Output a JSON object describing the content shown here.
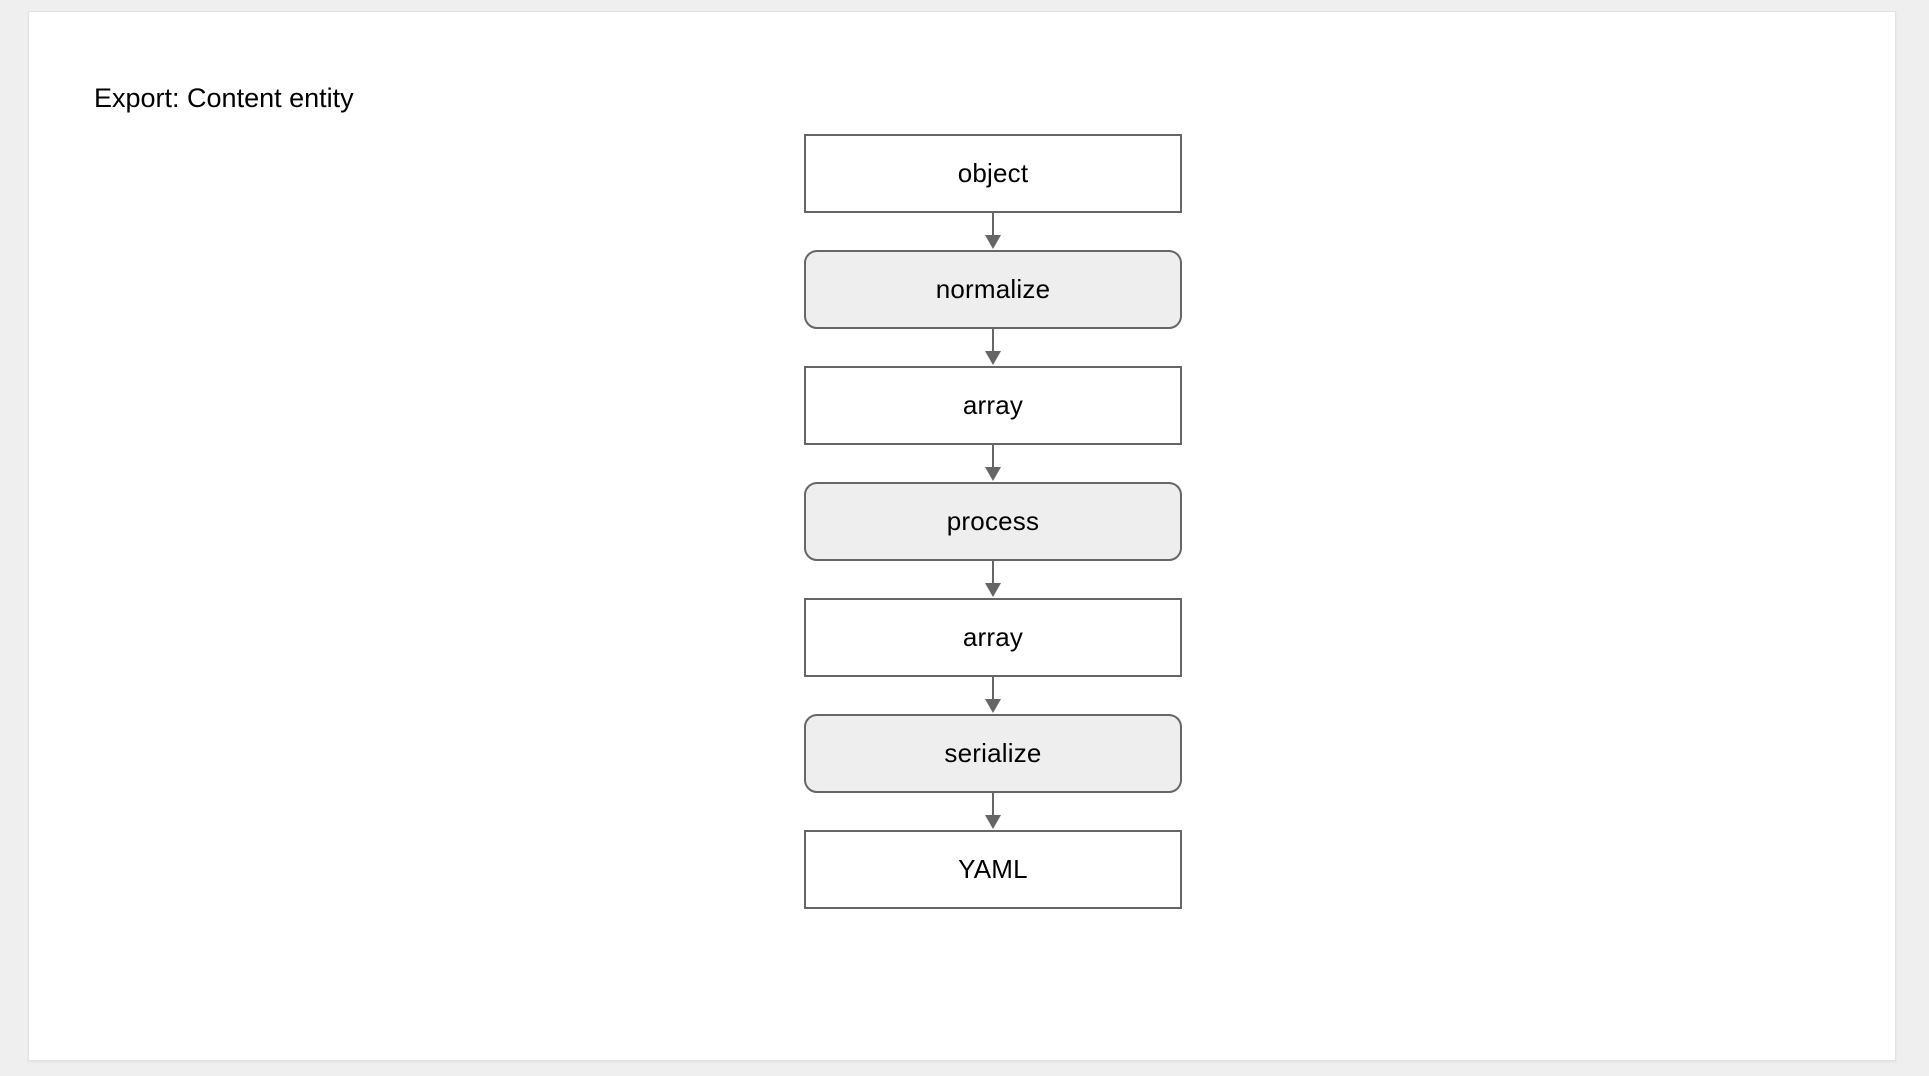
{
  "page": {
    "background_color": "#efefef",
    "card_background": "#ffffff"
  },
  "title": "Export: Content entity",
  "diagram": {
    "type": "flowchart",
    "direction": "top-to-bottom",
    "node_border_color": "#666666",
    "data_node_fill": "#ffffff",
    "operation_node_fill": "#eeeeee",
    "arrow_color": "#666666",
    "nodes": [
      {
        "label": "object",
        "shape": "rectangle",
        "kind": "data"
      },
      {
        "label": "normalize",
        "shape": "rounded-rectangle",
        "kind": "operation"
      },
      {
        "label": "array",
        "shape": "rectangle",
        "kind": "data"
      },
      {
        "label": "process",
        "shape": "rounded-rectangle",
        "kind": "operation"
      },
      {
        "label": "array",
        "shape": "rectangle",
        "kind": "data"
      },
      {
        "label": "serialize",
        "shape": "rounded-rectangle",
        "kind": "operation"
      },
      {
        "label": "YAML",
        "shape": "rectangle",
        "kind": "data"
      }
    ],
    "edges": [
      {
        "from": "object",
        "to": "normalize"
      },
      {
        "from": "normalize",
        "to": "array"
      },
      {
        "from": "array",
        "to": "process"
      },
      {
        "from": "process",
        "to": "array"
      },
      {
        "from": "array",
        "to": "serialize"
      },
      {
        "from": "serialize",
        "to": "YAML"
      }
    ]
  }
}
